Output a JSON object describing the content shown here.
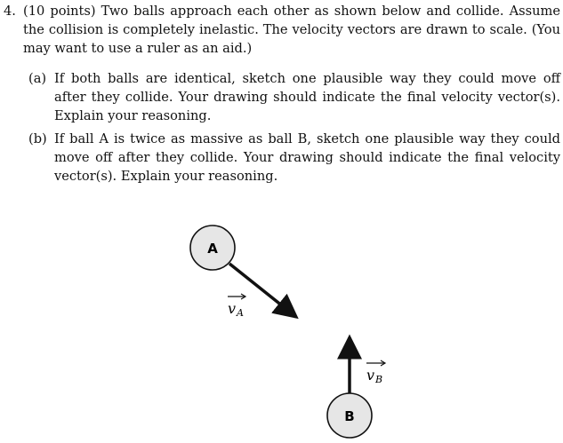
{
  "problem": {
    "number": "4.",
    "stem": "(10 points) Two balls approach each other as shown below and collide. Assume the collision is completely inelastic. The velocity vectors are drawn to scale. (You may want to use a ruler as an aid.)",
    "parts": [
      {
        "label": "(a)",
        "text": "If both balls are identical, sketch one plausible way they could move off after they collide. Your drawing should indicate the final velocity vector(s). Explain your reasoning."
      },
      {
        "label": "(b)",
        "text": "If ball A is twice as massive as ball B, sketch one plausible way they could move off after they collide. Your drawing should indicate the final velocity vector(s). Explain your reasoning."
      }
    ]
  },
  "figure": {
    "ball_a_label": "A",
    "ball_b_label": "B",
    "vector_a_symbol": "v",
    "vector_a_subscript": "A",
    "vector_b_symbol": "v",
    "vector_b_subscript": "B",
    "ball_fill": "#e6e6e6"
  }
}
